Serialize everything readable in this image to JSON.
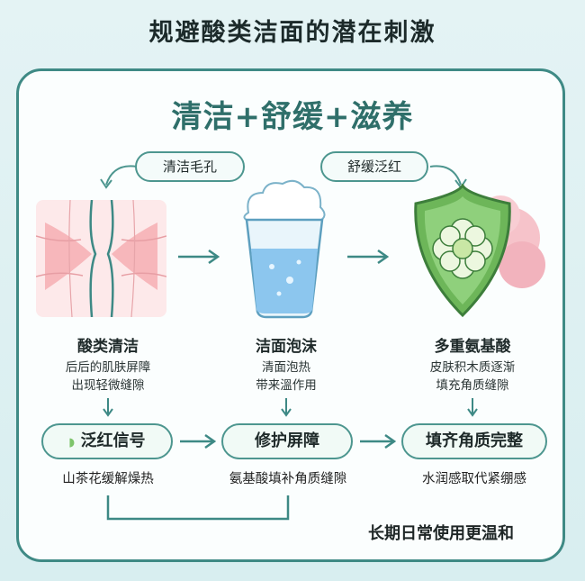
{
  "title": "规避酸类洁面的潜在刺激",
  "subtitle": "清洁+舒缓+滋养",
  "top_tags": {
    "left": "清洁毛孔",
    "right": "舒缓泛红"
  },
  "steps": [
    {
      "title": "酸类清洁",
      "desc1": "后后的肌肤屏障",
      "desc2": "出现轻微缝隙"
    },
    {
      "title": "洁面泡沫",
      "desc1": "清面泡热",
      "desc2": "带来溫作用"
    },
    {
      "title": "多重氨基酸",
      "desc1": "皮肤积木质逐渐",
      "desc2": "填充角质缝隙"
    }
  ],
  "pills": [
    "泛红信号",
    "修护屏障",
    "填齐角质完整"
  ],
  "notes": [
    "山茶花缓解燥热",
    "氨基酸填补角质缝隙",
    "水润感取代紧绷感"
  ],
  "footer": "长期日常使用更温和",
  "colors": {
    "accent": "#3f8a85",
    "title_green": "#2f6f6a",
    "shield_green": "#7cc46a",
    "flower_pink": "#f2b3bd"
  }
}
